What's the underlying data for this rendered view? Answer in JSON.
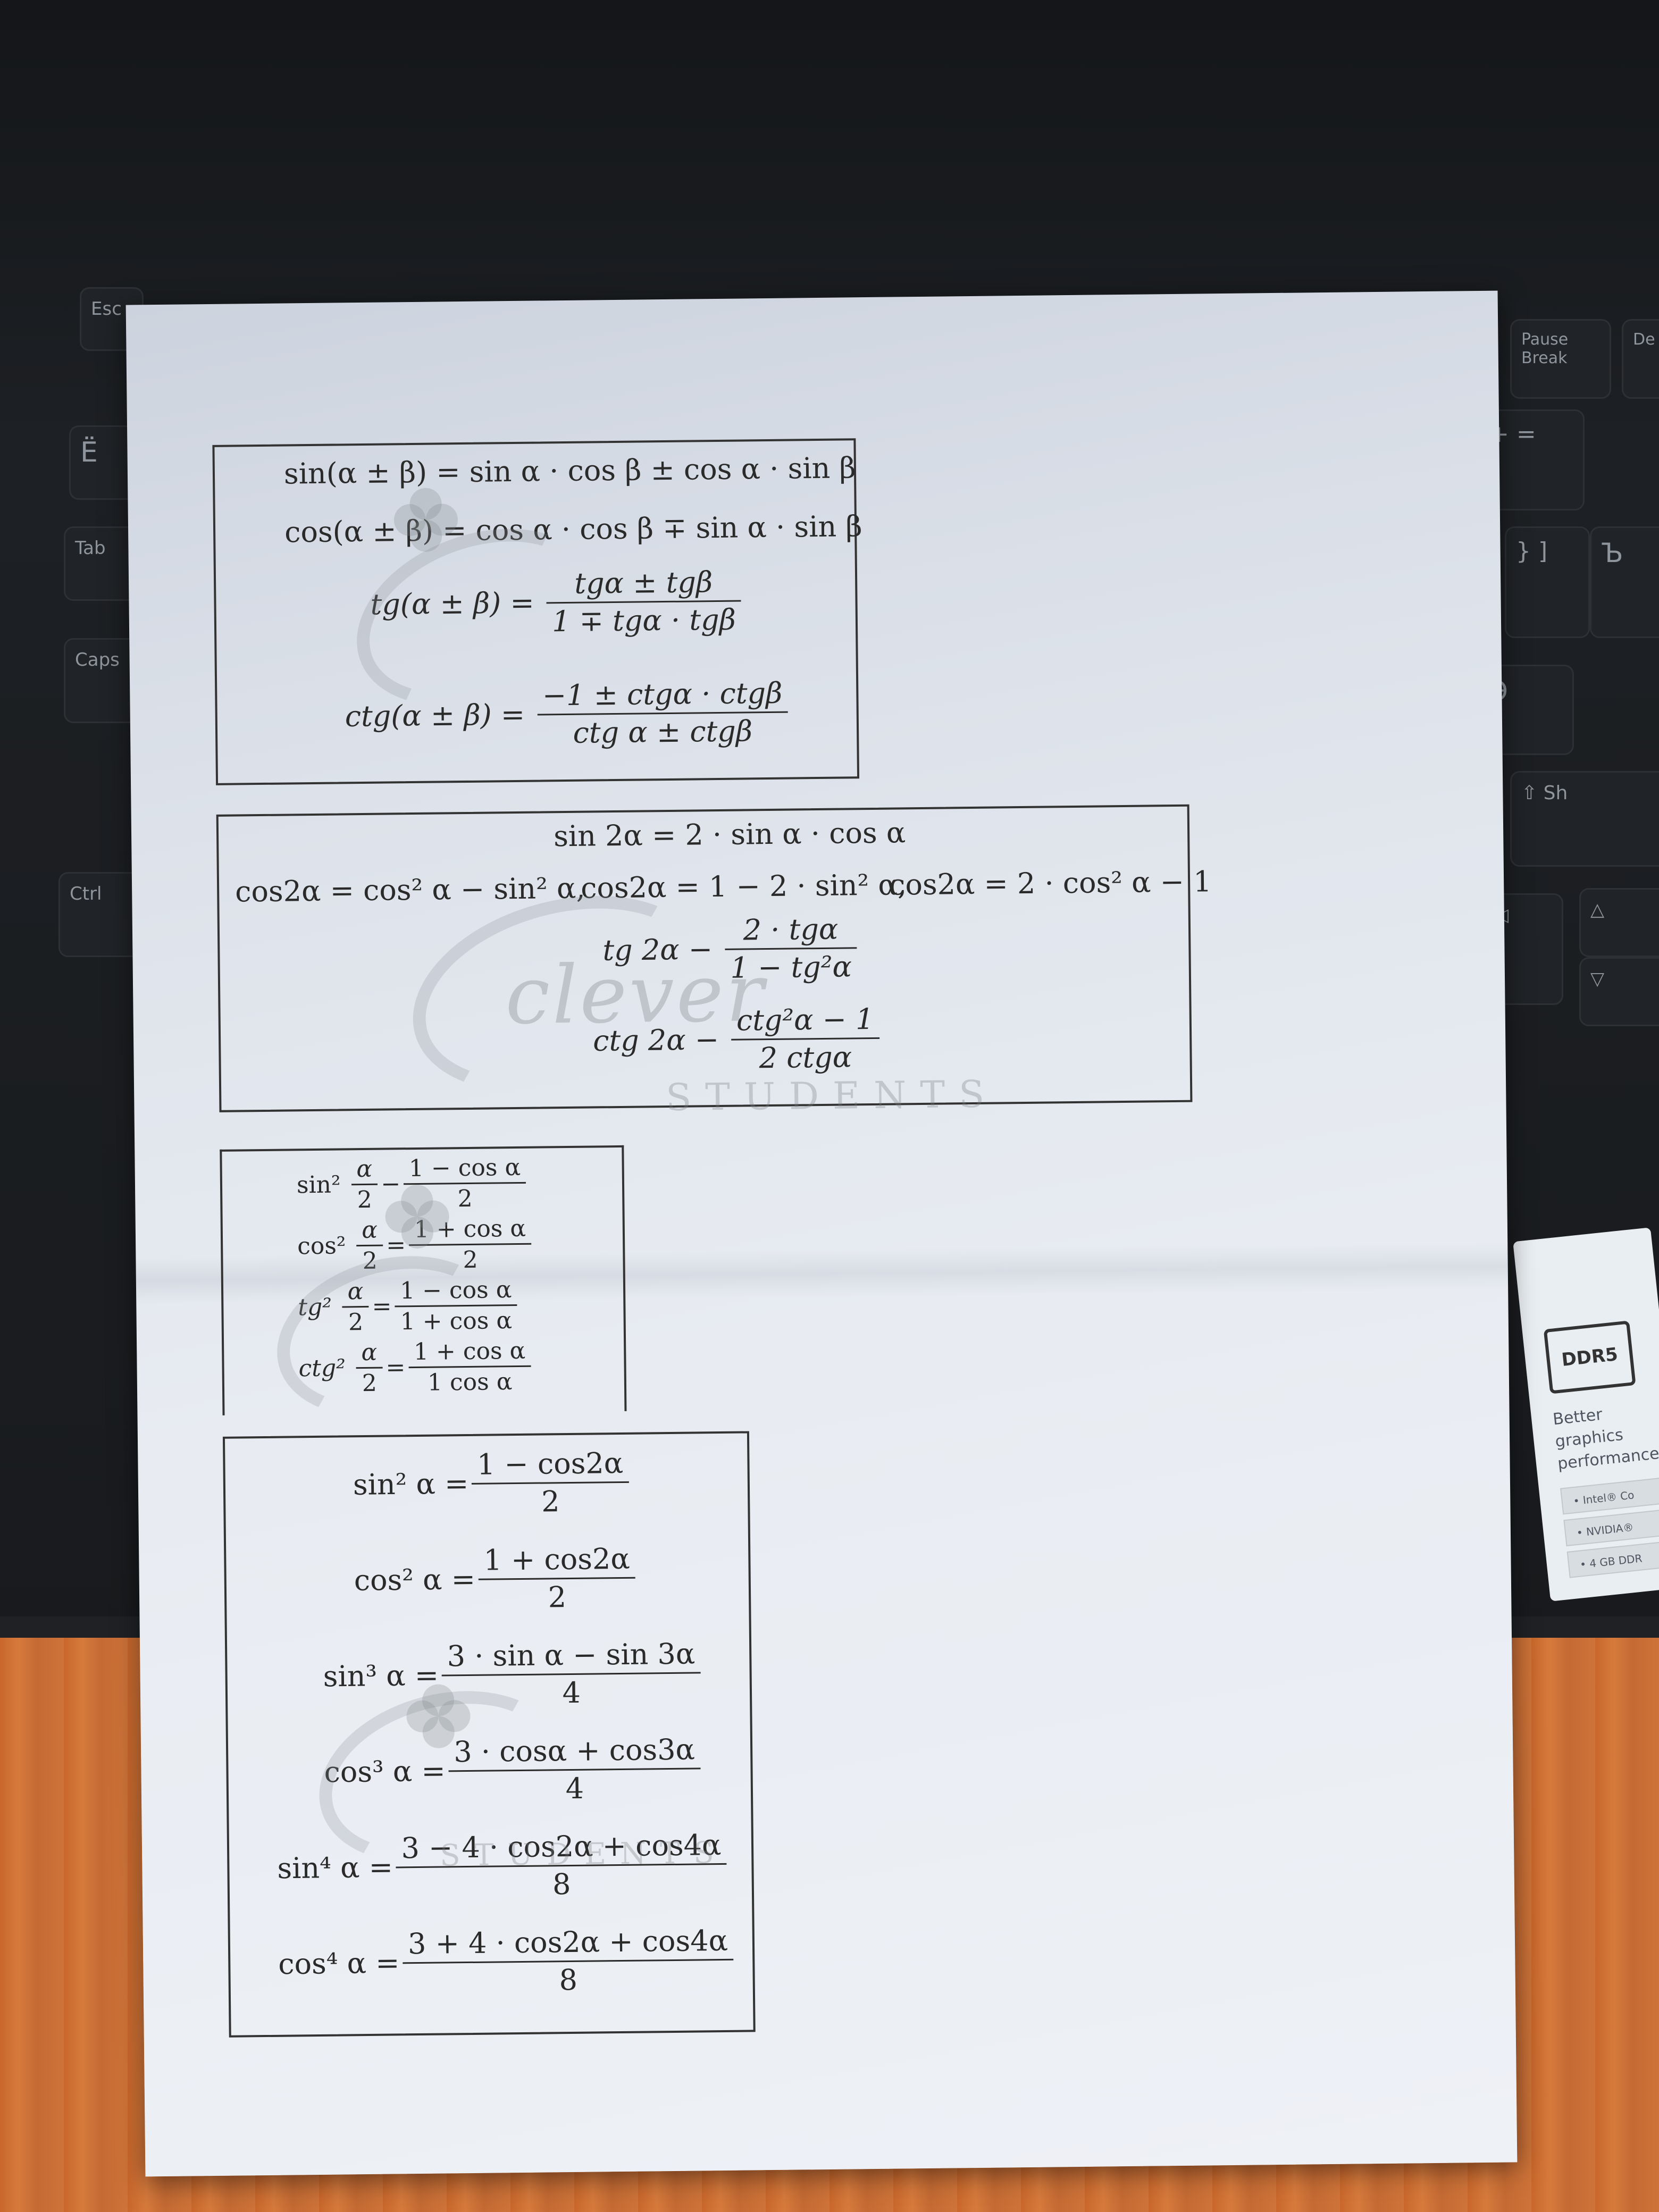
{
  "keyboard": {
    "keys": [
      "Esc",
      "Ё",
      "Tab",
      "Caps",
      "Ctrl",
      "Pause Break",
      "De In",
      "+ =",
      "} ]",
      "Ъ",
      "Э",
      "⇧ Sh",
      "△",
      "▽",
      "◁"
    ]
  },
  "sticker": {
    "logo": "DDR5",
    "tagline": "Better graphics performance",
    "chips": [
      "• Intel® Co",
      "• NVIDIA®",
      "• 4 GB DDR"
    ]
  },
  "watermark": {
    "brand": "clever",
    "subtitle": "STUDENTS"
  },
  "box1": {
    "line1": "sin(α ± β) = sin α · cos β ± cos α · sin β",
    "line2": "cos(α ± β) = cos α · cos β ∓ sin α · sin β",
    "tg_lhs": "tg(α ± β) =",
    "tg_num": "tgα ± tgβ",
    "tg_den": "1 ∓ tgα · tgβ",
    "ctg_lhs": "ctg(α ± β) =",
    "ctg_num": "−1 ± ctgα · ctgβ",
    "ctg_den": "ctg α ± ctgβ"
  },
  "box2": {
    "line1": "sin 2α = 2 · sin α · cos α",
    "cos_a": "cos2α = cos² α − sin² α,",
    "cos_b": "cos2α = 1 − 2 · sin² α,",
    "cos_c": "cos2α = 2 · cos² α − 1",
    "tg_lhs": "tg 2α −",
    "tg_num": "2 · tgα",
    "tg_den": "1 − tg²α",
    "ctg_lhs": "ctg 2α −",
    "ctg_num": "ctg²α − 1",
    "ctg_den": "2 ctgα"
  },
  "box3": {
    "rows": [
      {
        "lhs": "sin² ",
        "lnum": "α",
        "lden": "2",
        "op": "−",
        "num": "1 − cos α",
        "den": "2"
      },
      {
        "lhs": "cos² ",
        "lnum": "α",
        "lden": "2",
        "op": "=",
        "num": "1 + cos α",
        "den": "2"
      },
      {
        "lhs": "tg² ",
        "lnum": "α",
        "lden": "2",
        "op": "=",
        "num": "1 − cos α",
        "den": "1 + cos α"
      },
      {
        "lhs": "ctg² ",
        "lnum": "α",
        "lden": "2",
        "op": "=",
        "num": "1 + cos α",
        "den": "1   cos α"
      }
    ]
  },
  "box4": {
    "rows": [
      {
        "lhs": "sin² α =",
        "num": "1 − cos2α",
        "den": "2"
      },
      {
        "lhs": "cos² α =",
        "num": "1 + cos2α",
        "den": "2"
      },
      {
        "lhs": "sin³ α =",
        "num": "3 · sin α − sin 3α",
        "den": "4"
      },
      {
        "lhs": "cos³ α =",
        "num": "3 · cosα + cos3α",
        "den": "4"
      },
      {
        "lhs": "sin⁴ α =",
        "num": "3 − 4 · cos2α + cos4α",
        "den": "8"
      },
      {
        "lhs": "cos⁴ α =",
        "num": "3 + 4 · cos2α + cos4α",
        "den": "8"
      }
    ]
  }
}
